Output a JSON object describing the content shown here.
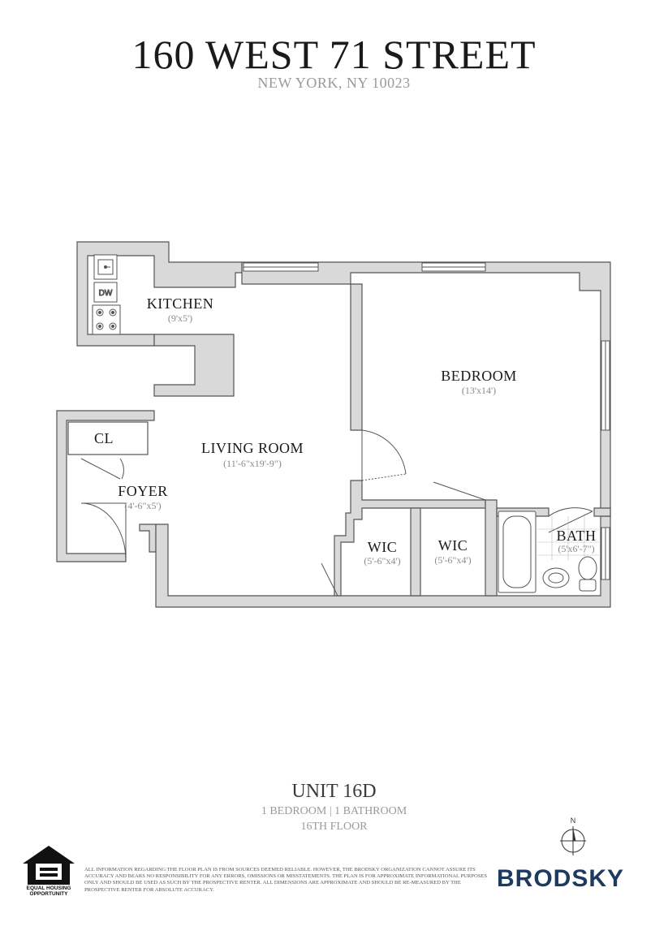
{
  "header": {
    "address": "160 WEST 71 STREET",
    "city": "NEW YORK, NY 10023"
  },
  "rooms": {
    "kitchen": {
      "name": "KITCHEN",
      "dims": "(9'x5')"
    },
    "living_room": {
      "name": "LIVING ROOM",
      "dims": "(11'-6\"x19'-9\")"
    },
    "bedroom": {
      "name": "BEDROOM",
      "dims": "(13'x14')"
    },
    "foyer": {
      "name": "FOYER",
      "dims": "(4'-6\"x5')"
    },
    "closet": {
      "name": "CL"
    },
    "wic_1": {
      "name": "WIC",
      "dims": "(5'-6\"x4')"
    },
    "wic_2": {
      "name": "WIC",
      "dims": "(5'-6\"x4')"
    },
    "bath": {
      "name": "BATH",
      "dims": "(5'x6'-7\")"
    },
    "dishwasher": {
      "label": "DW"
    }
  },
  "unit": {
    "title": "UNIT 16D",
    "layout": "1 BEDROOM | 1 BATHROOM",
    "floor": "16TH FLOOR"
  },
  "compass": {
    "north_label": "N"
  },
  "footer": {
    "disclaimer": "All information regarding the floor plan is from sources deemed reliable. However, the Brodsky Organization cannot assure its accuracy and bears no responsibility for any errors, omissions or misstatements. The plan is for approximate informational purposes only and should be used as such by the prospective renter. All dimensions are approximate and should be re-measured by the prospective renter for absolute accuracy.",
    "brand": "BRODSKY",
    "equal_housing": "EQUAL HOUSING OPPORTUNITY"
  },
  "colors": {
    "wall_fill": "#d9d9d9",
    "wall_stroke": "#555555",
    "brand": "#1e3a5f",
    "dim_text": "#8a8a8a"
  }
}
